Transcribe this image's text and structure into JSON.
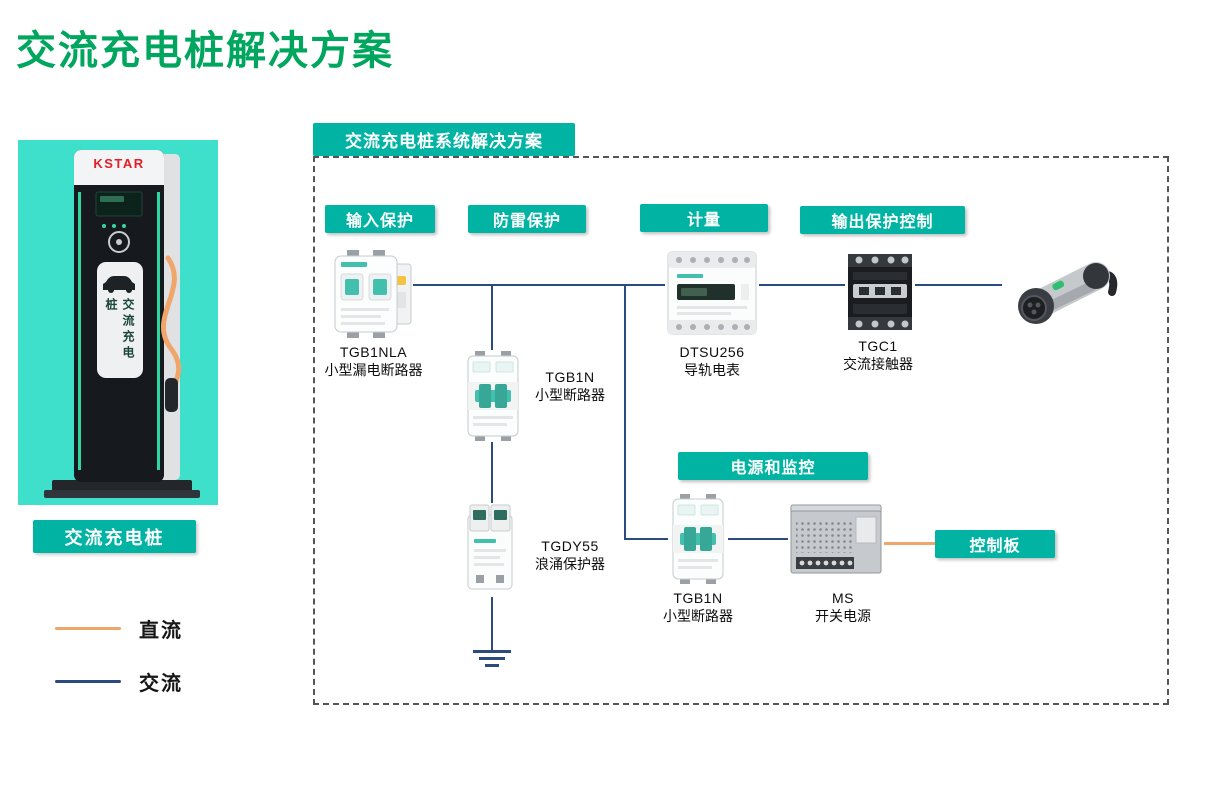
{
  "page": {
    "title": "交流充电桩解决方案"
  },
  "device_panel": {
    "brand": "KSTAR",
    "device_vertical_label": "交流充电桩",
    "caption": "交流充电桩"
  },
  "legend": {
    "dc": {
      "label": "直流"
    },
    "ac": {
      "label": "交流"
    }
  },
  "diagram": {
    "title": "交流充电桩系统解决方案",
    "badges": {
      "input_protection": "输入保护",
      "lightning_protection": "防雷保护",
      "metering": "计量",
      "output_protection_control": "输出保护控制",
      "power_and_monitoring": "电源和监控",
      "control_board": "控制板"
    },
    "components": {
      "leakage_breaker": {
        "model": "TGB1NLA",
        "desc": "小型漏电断路器"
      },
      "breaker_top": {
        "model": "TGB1N",
        "desc": "小型断路器"
      },
      "meter": {
        "model": "DTSU256",
        "desc": "导轨电表"
      },
      "contactor": {
        "model": "TGC1",
        "desc": "交流接触器"
      },
      "surge_protector": {
        "model": "TGDY55",
        "desc": "浪涌保护器"
      },
      "breaker_bottom": {
        "model": "TGB1N",
        "desc": "小型断路器"
      },
      "power_supply": {
        "model": "MS",
        "desc": "开关电源"
      }
    }
  },
  "colors": {
    "accent_green": "#00A65E",
    "teal": "#00B3A3",
    "photo_bg": "#3EDFCB",
    "line_ac": "#2B4B7E",
    "line_dc": "#F0A66B"
  }
}
